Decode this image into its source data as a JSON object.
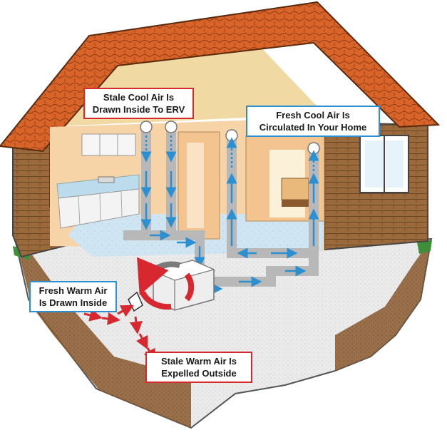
{
  "colors": {
    "stale_air": "#d7282f",
    "fresh_air": "#2b8fd0",
    "roof": "#d9642a",
    "brick": "#9a6a3c",
    "interior_wall": "#f7d3a8",
    "floor": "#cfe6f2",
    "ground": "#e8e8e8"
  },
  "icons": [
    "roof-shingles",
    "brick-siding",
    "window",
    "kitchen-cabinets",
    "air-duct",
    "erv-unit",
    "air-flow-arrow"
  ],
  "labels": {
    "stale_cool": {
      "line1": "Stale Cool Air Is",
      "line2": "Drawn Inside To ERV",
      "color": "#d7282f"
    },
    "fresh_cool": {
      "line1": "Fresh Cool Air Is",
      "line2": "Circulated In Your Home",
      "color": "#2b8fd0"
    },
    "fresh_warm": {
      "line1": "Fresh Warm Air",
      "line2": "Is Drawn Inside",
      "color": "#2b8fd0"
    },
    "stale_warm": {
      "line1": "Stale Warm Air Is",
      "line2": "Expelled Outside",
      "color": "#d7282f"
    }
  }
}
